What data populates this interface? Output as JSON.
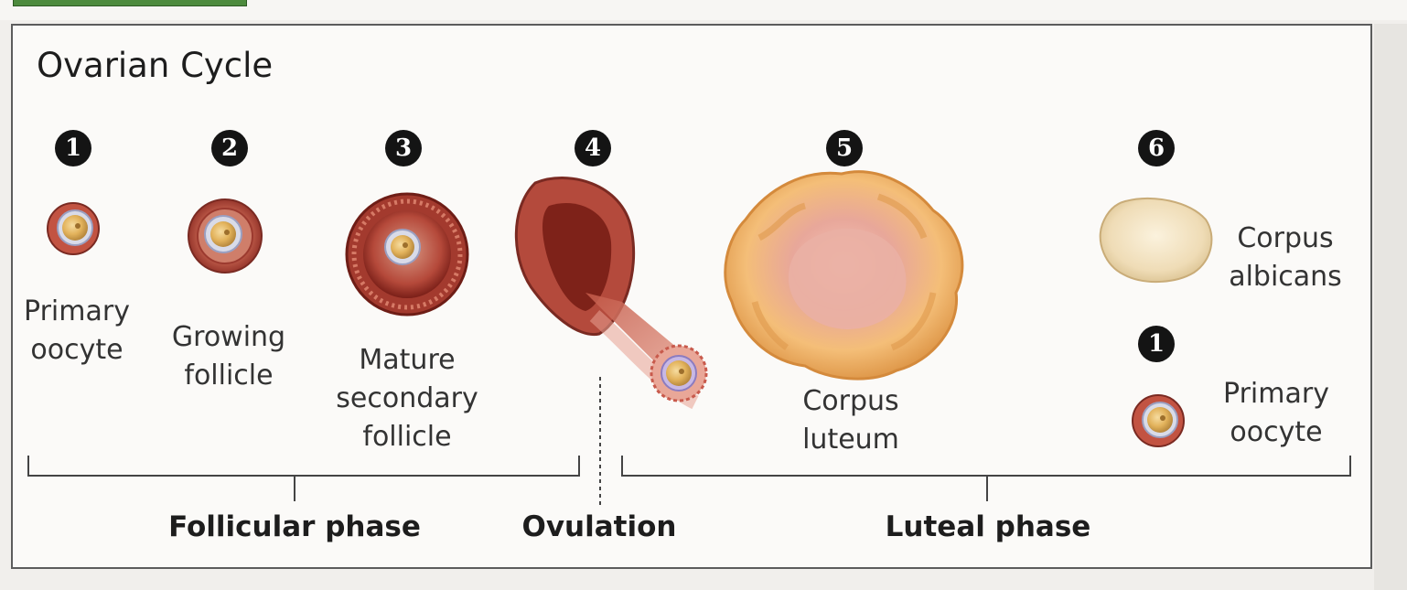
{
  "diagram": {
    "title": "Ovarian Cycle",
    "stages": [
      {
        "number": "1",
        "label_lines": [
          "Primary",
          "oocyte"
        ]
      },
      {
        "number": "2",
        "label_lines": [
          "Growing",
          "follicle"
        ]
      },
      {
        "number": "3",
        "label_lines": [
          "Mature",
          "secondary",
          "follicle"
        ]
      },
      {
        "number": "4",
        "label_lines": []
      },
      {
        "number": "5",
        "label_lines": [
          "Corpus",
          "luteum"
        ]
      },
      {
        "number": "6",
        "label_lines": [
          "Corpus",
          "albicans"
        ]
      },
      {
        "number": "1",
        "label_lines": [
          "Primary",
          "oocyte"
        ]
      }
    ],
    "phases": {
      "follicular": "Follicular phase",
      "ovulation": "Ovulation",
      "luteal": "Luteal phase"
    }
  },
  "colors": {
    "follicle_red": "#b5493a",
    "follicle_dark": "#8a2a22",
    "oocyte_gold": "#e2b25b",
    "corpus_luteum": "#f2b56b",
    "corpus_albicans": "#efdcb6",
    "badge": "#141414"
  },
  "icons": [
    "primary-oocyte-illustration",
    "growing-follicle-illustration",
    "mature-follicle-illustration",
    "ovulation-illustration",
    "corpus-luteum-illustration",
    "corpus-albicans-illustration"
  ]
}
